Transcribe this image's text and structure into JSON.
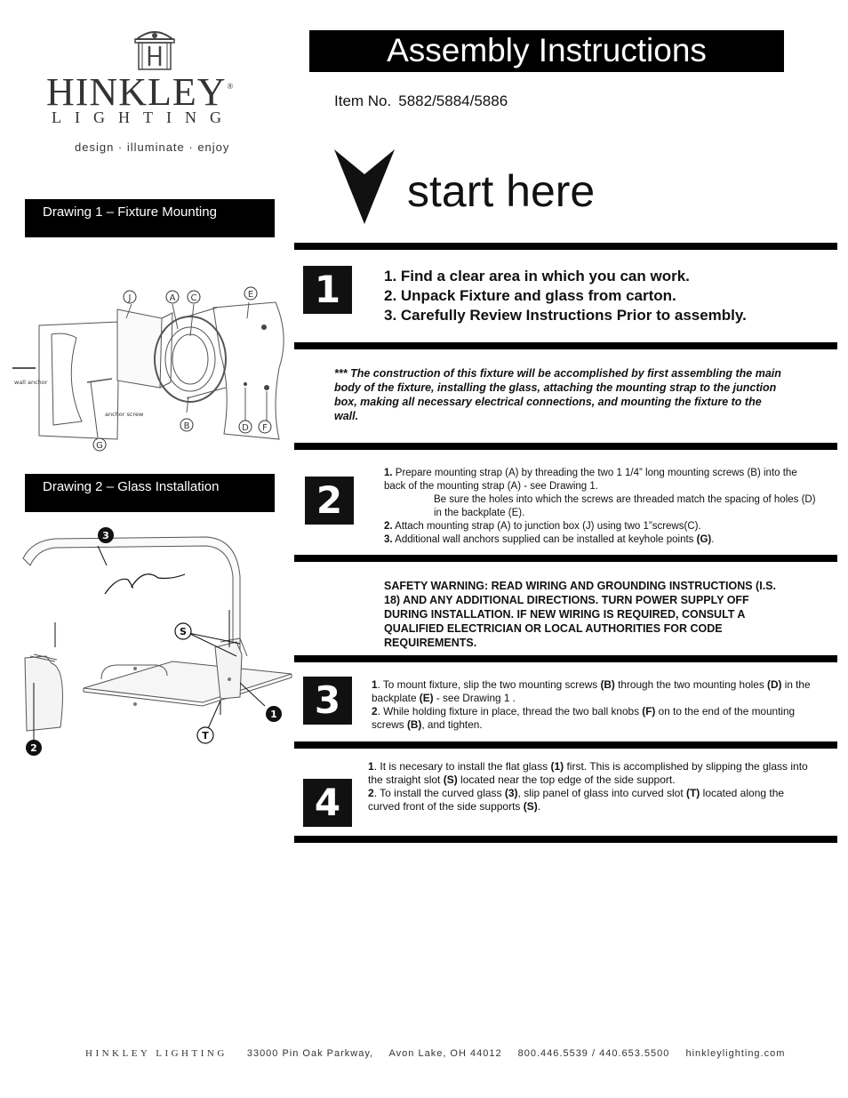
{
  "logo": {
    "brand": "HINKLEY",
    "reg": "®",
    "sub": "LIGHTING",
    "tagline": "design · illuminate · enjoy"
  },
  "header": {
    "title": "Assembly Instructions",
    "item_label": "Item No.",
    "item_numbers": "5882/5884/5886",
    "start_here": "start here"
  },
  "drawings": {
    "d1_label": "Drawing 1 – Fixture Mounting",
    "d2_label": "Drawing 2 – Glass Installation",
    "d1_callouts": {
      "j": "J",
      "a": "A",
      "c": "C",
      "e": "E",
      "b": "B",
      "d": "D",
      "f": "F",
      "g": "G",
      "wall_anchor": "wall anchor",
      "anchor_screw": "anchor screw"
    },
    "d2_callouts": {
      "three": "3",
      "s": "S",
      "one": "1",
      "t": "T",
      "two": "2"
    }
  },
  "step1": {
    "badge": "1",
    "items": [
      "1. Find a clear area in which you can work.",
      "2. Unpack Fixture and glass from carton.",
      "3. Carefully Review Instructions Prior to assembly."
    ]
  },
  "construction_note": "*** The construction of this fixture will be accomplished by first assembling the main body of the fixture, installing the glass, attaching the mounting strap to the junction box, making all necessary electrical connections, and mounting the fixture to the wall.",
  "step2": {
    "badge": "2",
    "l1_num": "1.",
    "l1_text": " Prepare mounting strap (A) by threading the two 1 1/4” long mounting screws (B) into the back of the mounting strap (A) - see Drawing 1.",
    "l1_bullet": "",
    "l1_sub": "Be sure the holes into which the screws are threaded match the spacing of holes (D) in the backplate (E).",
    "l2_num": "2.",
    "l2_text": "  Attach mounting strap (A) to junction box (J) using two 1”screws(C).",
    "l3_num": "3.",
    "l3_text": " Additional wall anchors supplied can be installed at keyhole points ",
    "l3_bold": "(G)",
    "l3_end": "."
  },
  "safety_warning": "SAFETY WARNING: READ WIRING AND GROUNDING INSTRUCTIONS (I.S. 18) AND ANY ADDITIONAL DIRECTIONS. TURN POWER SUPPLY OFF DURING INSTALLATION. IF NEW WIRING IS REQUIRED, CONSULT A QUALIFIED ELECTRICIAN OR LOCAL AUTHORITIES FOR CODE REQUIREMENTS.",
  "step3": {
    "badge": "3",
    "l1_num": "1",
    "l1_a": ". To mount fixture, slip the two mounting screws ",
    "l1_b": "(B)",
    "l1_c": " through the two mounting holes ",
    "l1_d": "(D)",
    "l1_e": " in the backplate ",
    "l1_f": "(E)",
    "l1_g": " - see Drawing 1 .",
    "l2_num": "2",
    "l2_a": ". While holding fixture in place, thread the two ball knobs ",
    "l2_b": "(F)",
    "l2_c": " on to the end of the mounting screws ",
    "l2_d": "(B)",
    "l2_e": ", and tighten."
  },
  "step4": {
    "badge": "4",
    "l1_num": "1",
    "l1_a": ". It is necesary to install the flat glass ",
    "l1_b": "(1)",
    "l1_c": " first. This is accomplished by slipping the glass into the straight slot ",
    "l1_d": "(S)",
    "l1_e": " located near the top edge of the side support.",
    "l2_num": "2",
    "l2_a": ". To install the curved glass ",
    "l2_b": "(3)",
    "l2_c": ", slip  panel of glass into curved slot ",
    "l2_d": "(T)",
    "l2_e": " located along the curved front of the side supports ",
    "l2_f": "(S)",
    "l2_g": "."
  },
  "footer": {
    "brand": "HINKLEY LIGHTING",
    "address": "33000 Pin Oak Parkway,",
    "city": "Avon Lake, OH 44012",
    "phones": "800.446.5539 / 440.653.5500",
    "web": "hinkleylighting.com"
  }
}
